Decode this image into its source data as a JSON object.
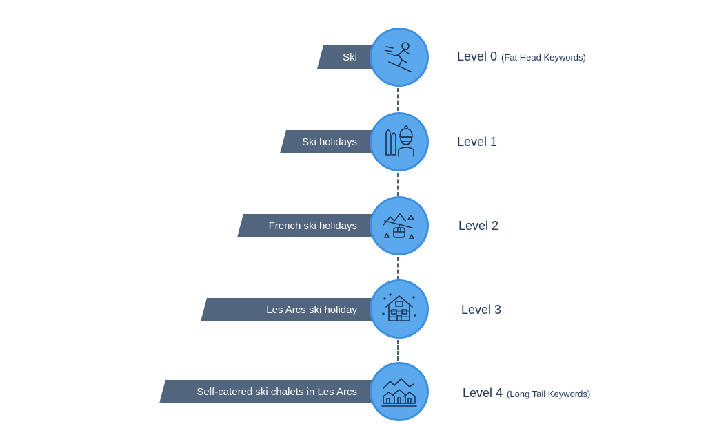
{
  "diagram": {
    "levels": [
      {
        "keyword": "Ski",
        "level": "Level 0",
        "note": "(Fat Head Keywords)",
        "icon": "skier-icon"
      },
      {
        "keyword": "Ski holidays",
        "level": "Level 1",
        "note": "",
        "icon": "skier-with-skis-icon"
      },
      {
        "keyword": "French ski holidays",
        "level": "Level 2",
        "note": "",
        "icon": "cable-car-mountains-icon"
      },
      {
        "keyword": "Les Arcs ski holiday",
        "level": "Level 3",
        "note": "",
        "icon": "snowy-chalet-icon"
      },
      {
        "keyword": "Self-catered ski chalets in Les Arcs",
        "level": "Level 4",
        "note": "(Long Tail Keywords)",
        "icon": "chalet-village-icon"
      }
    ]
  },
  "colors": {
    "banner": "#52657f",
    "circle": "#5ba9ec",
    "circle_border": "#3d8fe0",
    "text": "#24385a"
  }
}
